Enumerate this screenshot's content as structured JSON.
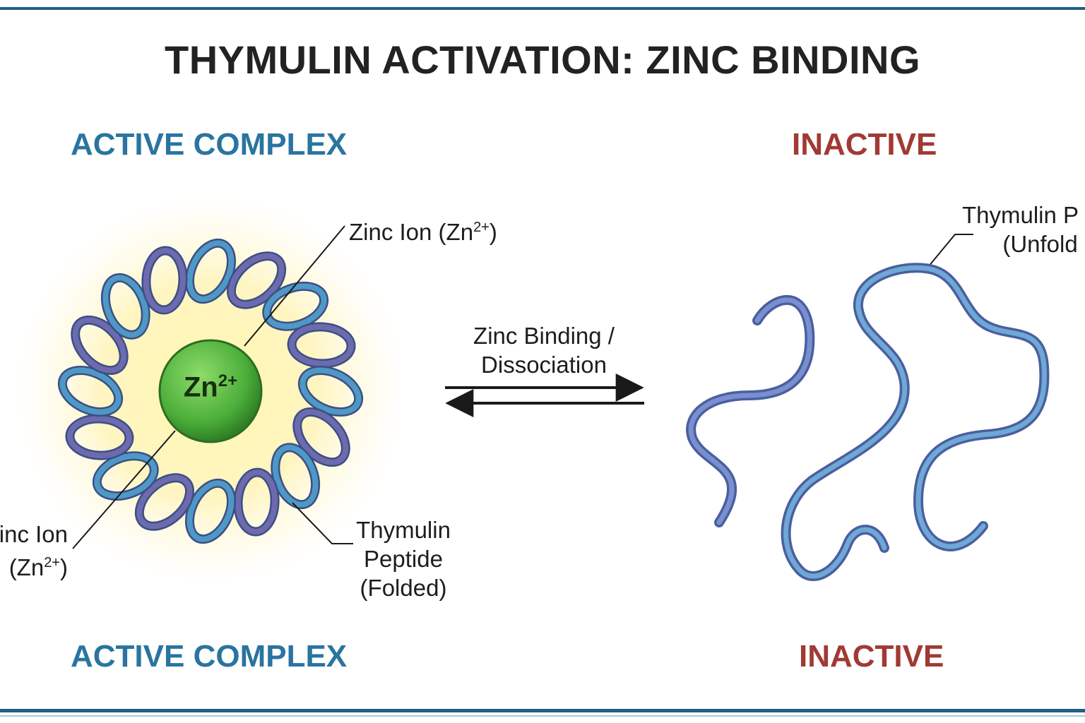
{
  "title": "THYMULIN ACTIVATION: ZINC BINDING",
  "headings": {
    "active_top": "ACTIVE COMPLEX",
    "inactive_top": "INACTIVE",
    "active_bottom": "ACTIVE COMPLEX",
    "inactive_bottom": "INACTIVE"
  },
  "labels": {
    "zinc_ion_right": "Zinc Ion (Zn",
    "zinc_ion_right_sup": "2+",
    "zinc_ion_right_close": ")",
    "zinc_ion_left_line1": "Zinc Ion",
    "zinc_ion_left_line2": "(Zn",
    "zinc_ion_left_sup": "2+",
    "zinc_ion_left_close": ")",
    "peptide_line1": "Thymulin",
    "peptide_line2": "Peptide",
    "peptide_line3": "(Folded)",
    "unfolded_line1": "Thymulin P",
    "unfolded_line2": "(Unfold",
    "binding_line1": "Zinc Binding /",
    "binding_line2": "Dissociation",
    "zn_symbol": "Zn",
    "zn_charge": "2+"
  },
  "colors": {
    "frame": "#1f5f86",
    "active": "#2a74a0",
    "inactive": "#a03a33",
    "helix_blue": "#4f98c6",
    "helix_purple": "#6d6aae",
    "zinc_green": "#4cae3a",
    "glow": "#fff2a8"
  }
}
